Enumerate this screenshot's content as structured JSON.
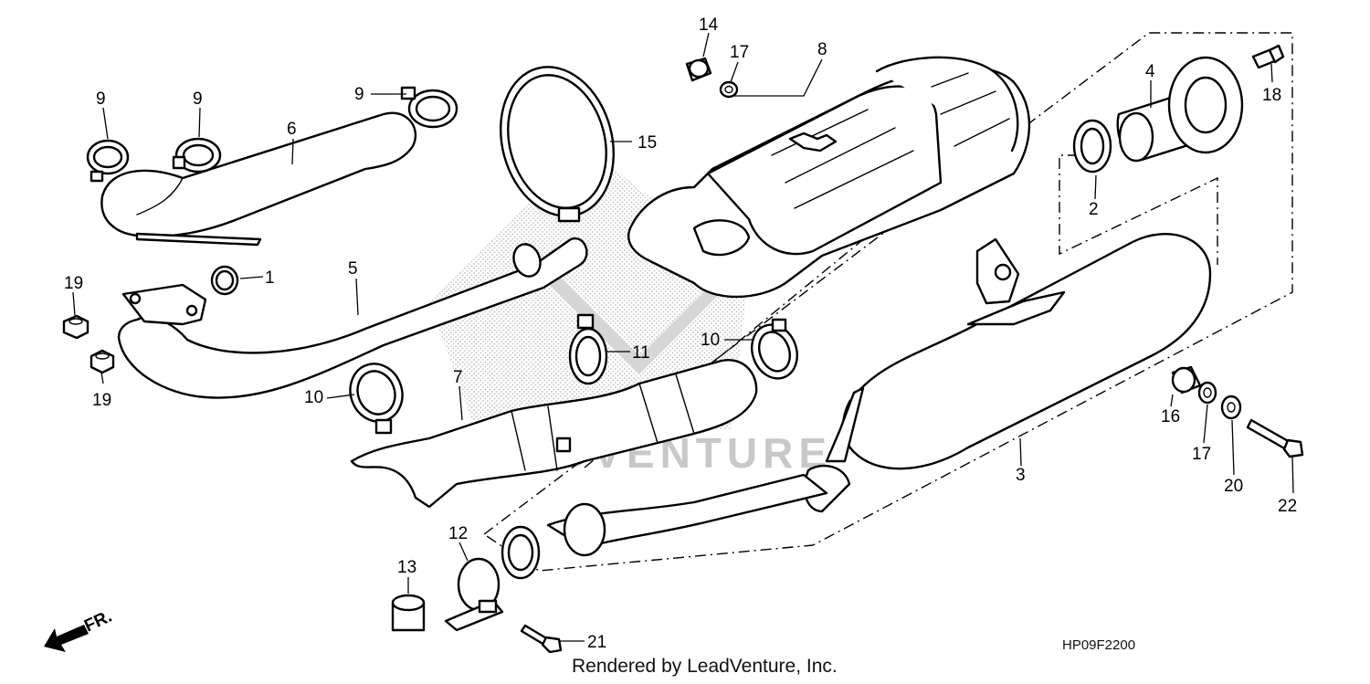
{
  "diagram": {
    "figure_code": "HP09F2200",
    "credit": "Rendered by LeadVenture, Inc.",
    "front_marker": "FR.",
    "watermark": "LEADVENTURE",
    "callouts": [
      "1",
      "2",
      "3",
      "4",
      "5",
      "6",
      "7",
      "8",
      "9",
      "9",
      "9",
      "10",
      "10",
      "11",
      "12",
      "13",
      "14",
      "15",
      "16",
      "17",
      "17",
      "18",
      "19",
      "19",
      "20",
      "21",
      "22"
    ]
  }
}
